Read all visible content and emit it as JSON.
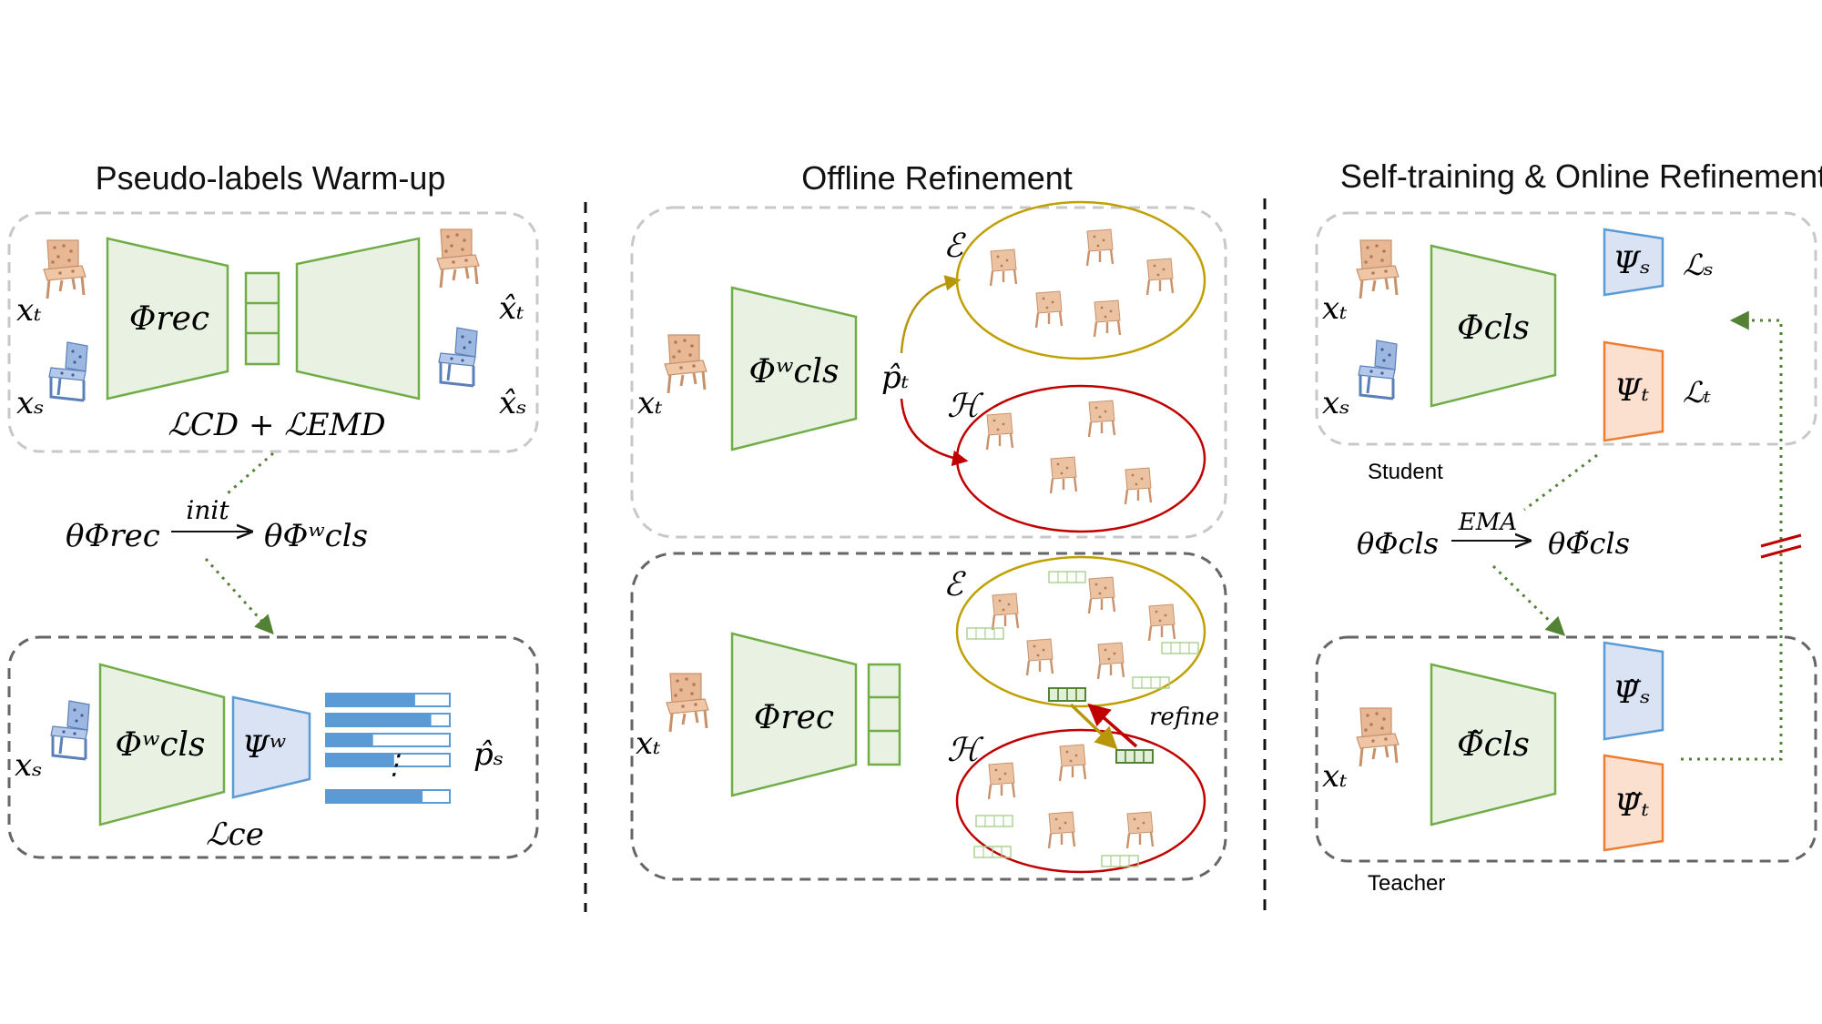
{
  "headings": {
    "warmup": "Pseudo-labels Warm-up",
    "offline": "Offline Refinement",
    "online": "Self-training & Online Refinement"
  },
  "warmup": {
    "x_t": "xₜ",
    "x_s": "xₛ",
    "x_t_hat": "x̂ₜ",
    "x_s_hat": "x̂ₛ",
    "phi_rec": "Φrec",
    "loss_rec": "ℒCD + ℒEMD",
    "theta_rec": "θΦrec",
    "init": "init",
    "theta_cls_w": "θΦʷcls",
    "phi_cls_w": "Φʷcls",
    "psi_w": "Ψʷ",
    "loss_ce": "ℒce",
    "p_s_hat": "p̂ₛ",
    "dots": "⋮",
    "bar_fills": [
      0.72,
      0.85,
      0.38,
      0.55,
      0.78
    ]
  },
  "offline": {
    "x_t_top": "xₜ",
    "phi_cls_w": "Φʷcls",
    "p_t_hat": "p̂ₜ",
    "easy_set": "ℰ",
    "hard_set": "ℋ",
    "x_t_bottom": "xₜ",
    "phi_rec": "Φrec",
    "easy_set_2": "ℰ",
    "hard_set_2": "ℋ",
    "refine": "refine"
  },
  "online": {
    "x_t": "xₜ",
    "x_s": "xₛ",
    "phi_cls": "Φcls",
    "psi_s": "Ψₛ",
    "psi_t": "Ψₜ",
    "loss_s": "ℒₛ",
    "loss_t": "ℒₜ",
    "student": "Student",
    "theta_cls": "θΦcls",
    "ema": "EMA",
    "theta_cls_tilde": "θΦ̃cls",
    "x_t_teacher": "xₜ",
    "phi_cls_tilde": "Φ̃cls",
    "psi_s_tilde": "Ψ̃ₛ",
    "psi_t_tilde": "Ψ̃ₜ",
    "teacher": "Teacher"
  },
  "colors": {
    "encoder_fill": "#e8f1e2",
    "encoder_stroke": "#70ad47",
    "head_blue_fill": "#dae3f3",
    "head_blue_stroke": "#5b9bd5",
    "head_orange_fill": "#fbe0d0",
    "head_orange_stroke": "#ed7d31",
    "easy_ring": "#c0a000",
    "hard_ring": "#c00000",
    "chair_tan": "#e8b894",
    "chair_blue": "#8eaadb",
    "bar_blue": "#5b9bd5",
    "dotted_green": "#548235",
    "stop_grad": "#c00000"
  }
}
